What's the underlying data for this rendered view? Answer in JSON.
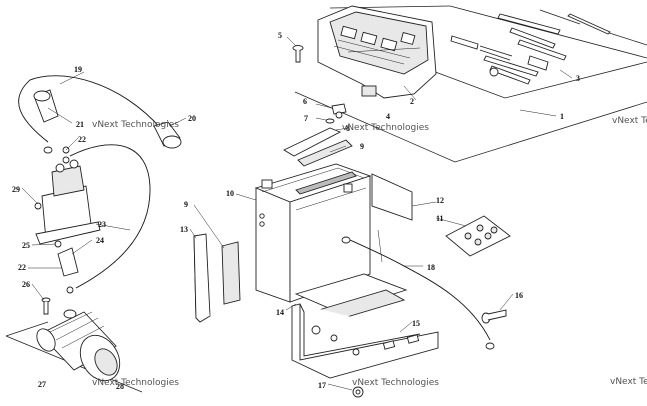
{
  "watermark": "vNext Technologies",
  "callouts": [
    "1",
    "2",
    "3",
    "4",
    "5",
    "6",
    "7",
    "8",
    "9",
    "9",
    "10",
    "11",
    "12",
    "13",
    "14",
    "15",
    "16",
    "17",
    "18",
    "19",
    "20",
    "21",
    "22",
    "22",
    "23",
    "24",
    "25",
    "26",
    "27",
    "28",
    "29"
  ]
}
